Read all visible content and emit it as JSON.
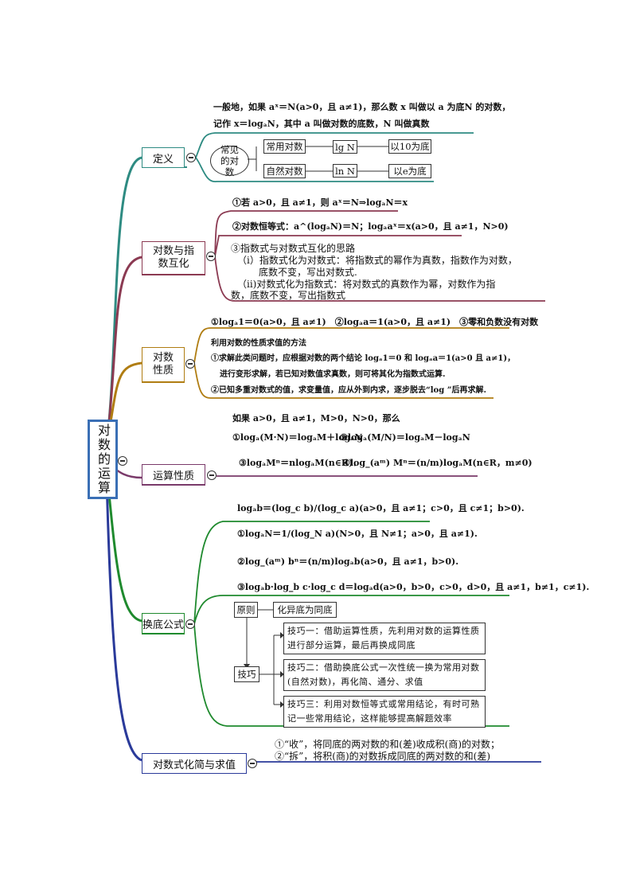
{
  "colors": {
    "teal": "#2e8b82",
    "maroon": "#8b3a52",
    "gold": "#b07d12",
    "plum": "#7a3a6a",
    "green": "#1f8a2e",
    "navy": "#2a3a9a",
    "root_border": "#3a6fb5"
  },
  "root": {
    "label": "对数的运算"
  },
  "definition": {
    "label": "定义",
    "line1": "一般地，如果 aˣ＝N(a>0，且 a≠1)，那么数 x 叫做以 a 为底N 的对数，",
    "line2": "记作 x＝logₐN，其中 a 叫做对数的底数，N 叫做真数",
    "common": "常见的对数",
    "common_log": "常用对数",
    "lg": "lg N",
    "base10": "以10为底",
    "natural_log": "自然对数",
    "ln": "ln N",
    "base_e": "以e为底"
  },
  "log_exp": {
    "label": "对数与指数互化",
    "item1": "①若 a>0，且 a≠1，则 aˣ＝N⇒logₐN＝x",
    "item2": "②对数恒等式：a^(logₐN)＝N；logₐaˣ＝x(a>0，且 a≠1，N>0)",
    "item3_title": "③指数式与对数式互化的思路",
    "item3_i": "（i）指数式化为对数式：将指数式的幂作为真数，指数作为对数，",
    "item3_i2": "底数不变，写出对数式.",
    "item3_ii": "（ii)对数式化为指数式：将对数式的真数作为幂，对数作为指",
    "item3_ii2": "数，底数不变，写出指数式"
  },
  "log_props": {
    "label": "对数性质",
    "line1": "①logₐ1＝0(a>0，且 a≠1)　②logₐa＝1(a>0，且 a≠1)　③零和负数没有对数",
    "line2": "利用对数的性质求值的方法",
    "line3": "①求解此类问题时，应根据对数的两个结论 logₐ1＝0 和 logₐa＝1(a>0 且 a≠1)，",
    "line4": "进行变形求解，若已知对数值求真数，则可将其化为指数式运算.",
    "line5": "②已知多重对数式的值，求变量值，应从外到内求，逐步脱去“log ”后再求解."
  },
  "ops": {
    "label": "运算性质",
    "cond": "如果 a>0，且 a≠1，M>0，N>0，那么",
    "f1": "①logₐ(M·N)＝logₐM＋logₐN",
    "f2": "②logₐ(M/N)＝logₐM－logₐN",
    "f3": "③logₐMⁿ＝nlogₐM(n∈R)．",
    "f4": "④log_(aᵐ) Mⁿ＝(n/m)logₐM(n∈R，m≠0)"
  },
  "change": {
    "label": "换底公式",
    "f0": "logₐb＝(log_c b)/(log_c a)(a>0，且 a≠1；c>0，且 c≠1；b>0).",
    "f1": "①logₐN＝1/(log_N a)(N>0，且 N≠1；a>0，且 a≠1).",
    "f2": "②log_(aᵐ) bⁿ＝(n/m)logₐb(a>0，且 a≠1，b>0).",
    "f3": "③logₐb·log_b c·log_c d＝logₐd(a>0，b>0，c>0，d>0，且 a≠1，b≠1，c≠1).",
    "principle": "原则",
    "principle_text": "化异底为同底",
    "skills": "技巧",
    "skill1": "技巧一：借助运算性质，先利用对数的运算性质进行部分运算，最后再换成同底",
    "skill2": "技巧二：借助换底公式一次性统一换为常用对数(自然对数)，再化简、通分、求值",
    "skill3": "技巧三：利用对数恒等式或常用结论，有时可熟记一些常用结论，这样能够提高解题效率"
  },
  "simplify": {
    "label": "对数式化简与求值",
    "line1": "①“收”，将同底的两对数的和(差)收成积(商)的对数；",
    "line2": "②“拆”，将积(商)的对数拆成同底的两对数的和(差)"
  }
}
